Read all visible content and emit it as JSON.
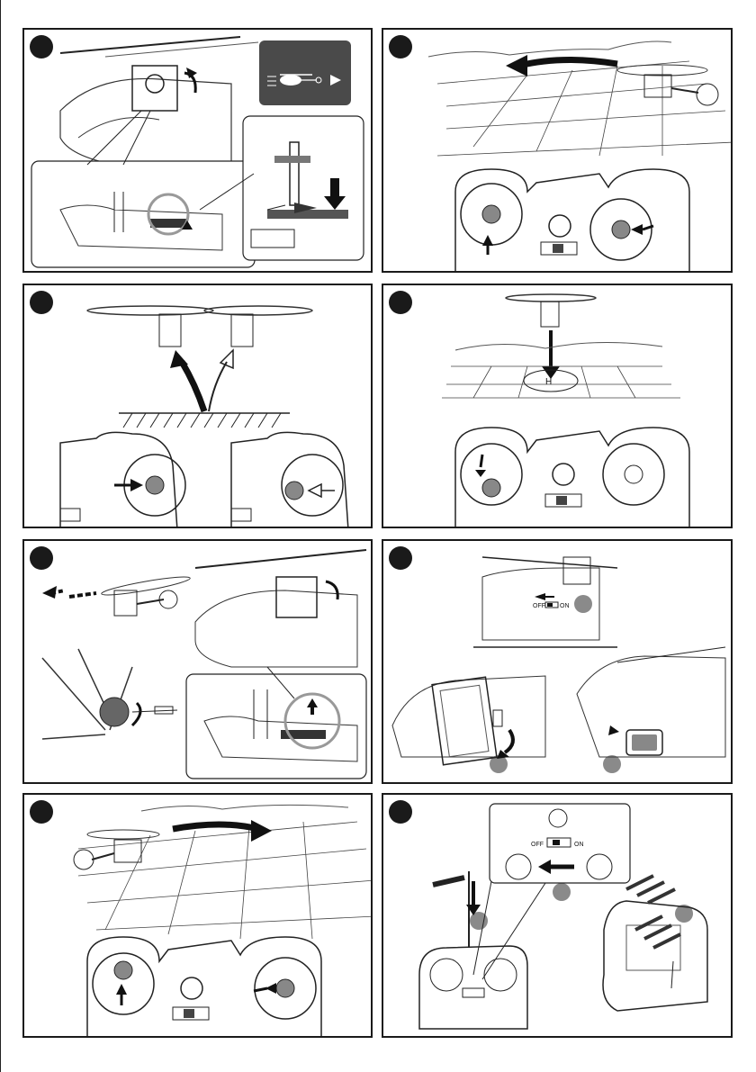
{
  "panels": [
    {
      "id": "p1"
    },
    {
      "id": "p2"
    },
    {
      "id": "p3"
    },
    {
      "id": "p4"
    },
    {
      "id": "p5"
    },
    {
      "id": "p6"
    },
    {
      "id": "p7"
    },
    {
      "id": "p8"
    }
  ],
  "labels": {
    "switch_off": "OFF",
    "switch_on": "ON"
  },
  "colors": {
    "ink": "#1a1a1a",
    "gray_marker": "#8a8a8a",
    "callout_bg": "#4a4a4a"
  }
}
